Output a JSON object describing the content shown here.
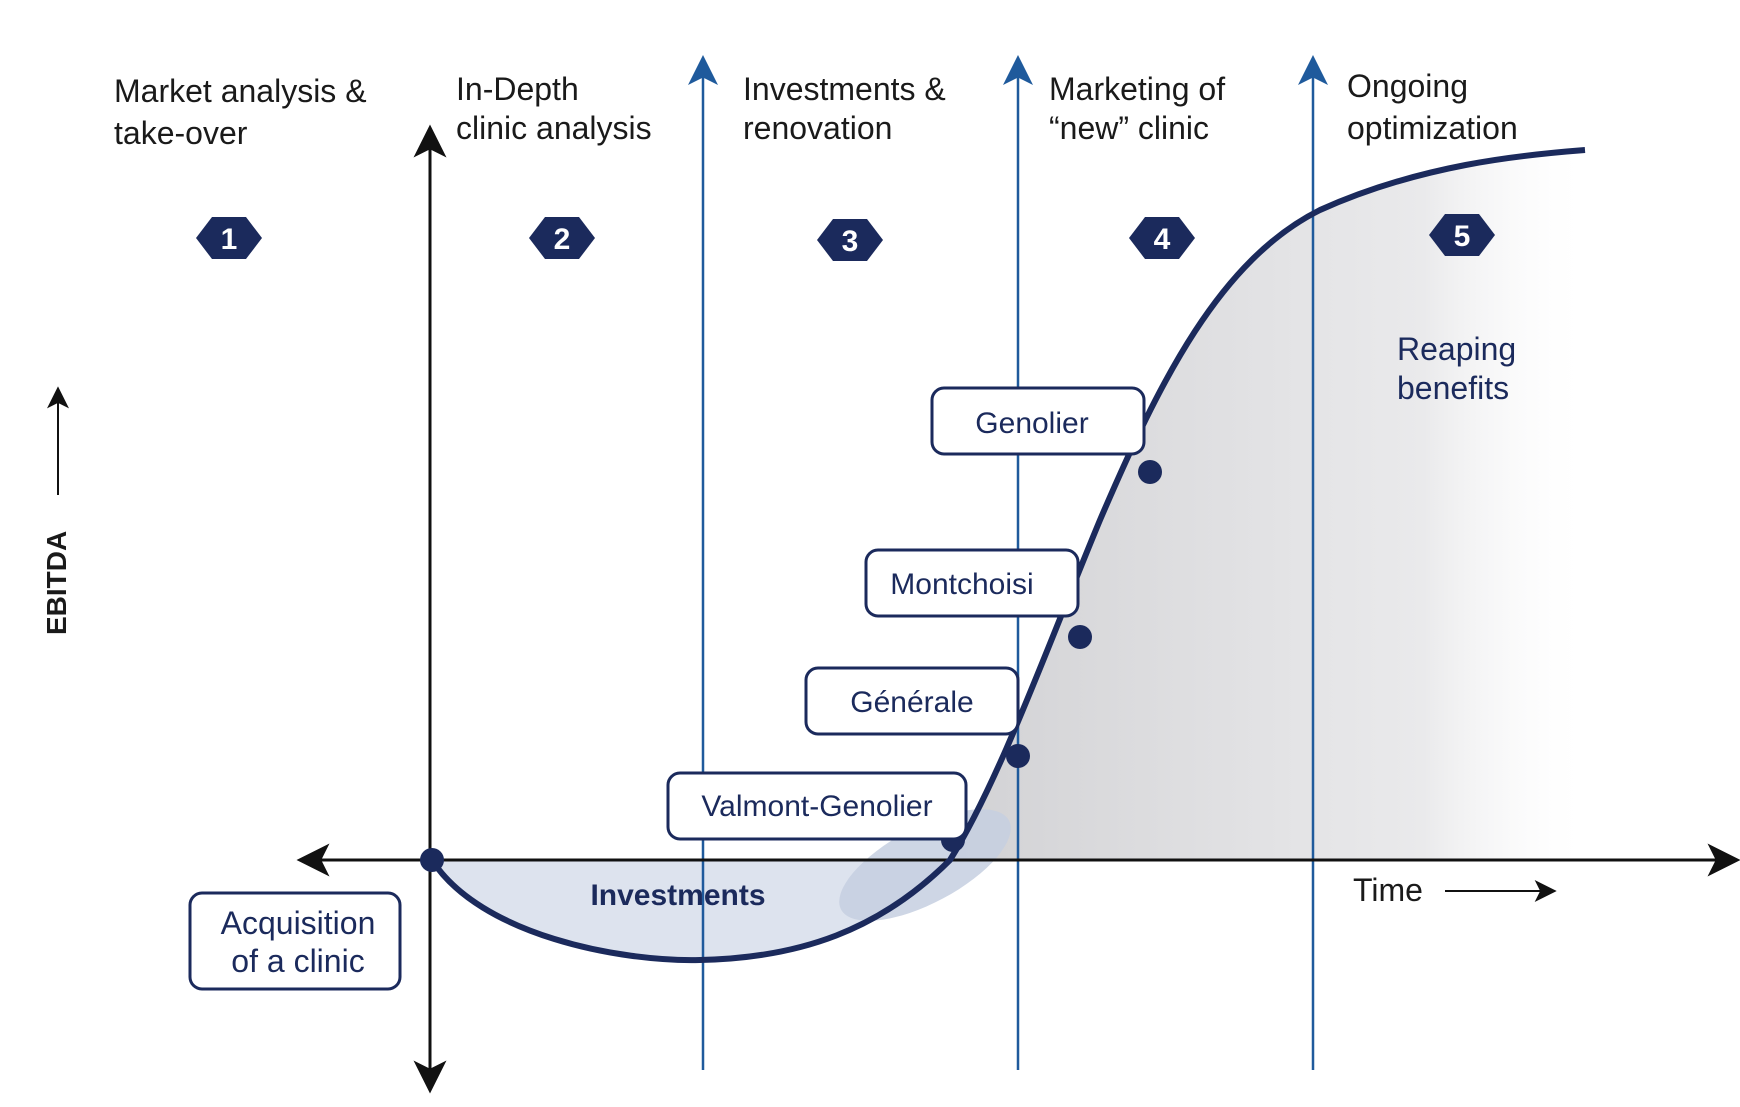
{
  "phases": [
    {
      "number": "1",
      "title_line1": "Market analysis &",
      "title_line2": "take-over"
    },
    {
      "number": "2",
      "title_line1": "In-Depth",
      "title_line2": "clinic analysis"
    },
    {
      "number": "3",
      "title_line1": "Investments &",
      "title_line2": "renovation"
    },
    {
      "number": "4",
      "title_line1": "Marketing of",
      "title_line2": "“new” clinic"
    },
    {
      "number": "5",
      "title_line1": "Ongoing",
      "title_line2": "optimization"
    }
  ],
  "axes": {
    "y_label": "EBITDA",
    "x_label": "Time"
  },
  "region_labels": {
    "investments": "Investments",
    "reaping_line1": "Reaping",
    "reaping_line2": "benefits"
  },
  "acquisition": {
    "line1": "Acquisition",
    "line2": "of a clinic"
  },
  "clinics": [
    {
      "name": "Valmont-Genolier"
    },
    {
      "name": "Générale"
    },
    {
      "name": "Montchoisi"
    },
    {
      "name": "Genolier"
    }
  ],
  "colors": {
    "navy": "#1b2a5c",
    "phase_line": "#1f5a9c",
    "text": "#1a1a1a",
    "investment_fill": "#dde3ee",
    "benefit_fill": "#d6d6d8",
    "highlight": "#c5cfe0"
  }
}
